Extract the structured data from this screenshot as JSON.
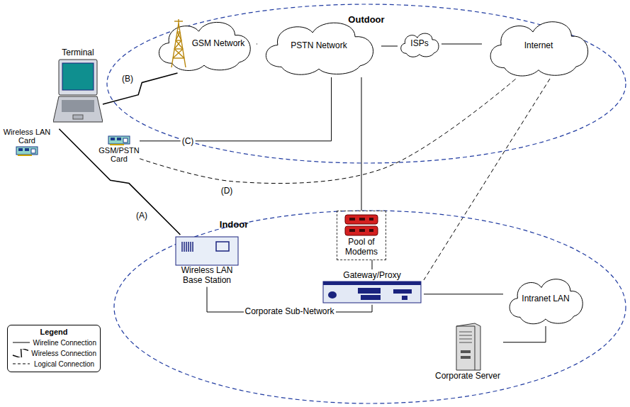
{
  "diagram": {
    "nodes": [
      {
        "text": [
          "Outdoor"
        ]
      },
      {
        "text": [
          "GSM Network"
        ],
        "in": 0
      },
      {
        "text": [
          "PSTN Network"
        ],
        "in": 0
      },
      {
        "text": [
          "ISPs"
        ],
        "in": 0
      },
      {
        "text": [
          "Internet"
        ],
        "in": 0
      },
      {
        "text": [
          "Terminal"
        ]
      },
      {
        "text": [
          "Wireless LAN Card"
        ]
      },
      {
        "text": [
          "GSM/PSTN Card"
        ]
      },
      {
        "text": [
          "Indoor"
        ]
      },
      {
        "text": [
          "Pool of Modems"
        ],
        "in": 8
      },
      {
        "text": [
          "Wireless LAN Base Station"
        ],
        "in": 8
      },
      {
        "text": [
          "Gateway/Proxy"
        ],
        "in": 8
      },
      {
        "text": [
          "Intranet LAN"
        ],
        "in": 8
      },
      {
        "text": [
          "Corporate Server"
        ],
        "in": 8
      }
    ],
    "edges": [
      {
        "from": 1,
        "to": 2,
        "arrow": "none"
      },
      {
        "from": 2,
        "to": 3,
        "arrow": "none"
      },
      {
        "from": 3,
        "to": 4,
        "arrow": "none"
      },
      {
        "from": 2,
        "to": 9,
        "arrow": "none"
      },
      {
        "from": 9,
        "to": 11,
        "arrow": "none"
      },
      {
        "from": 10,
        "to": 11,
        "label": "Corporate Sub-Network",
        "arrow": "none"
      },
      {
        "from": 11,
        "to": 12,
        "arrow": "none"
      },
      {
        "from": 12,
        "to": 13,
        "arrow": "none"
      },
      {
        "from": 4,
        "to": 11,
        "arrow": "none"
      },
      {
        "from": 5,
        "to": 10,
        "label": "(A)",
        "arrow": "none"
      },
      {
        "from": 5,
        "to": 1,
        "label": "(B)",
        "arrow": "none"
      },
      {
        "from": 7,
        "to": 2,
        "label": "(C)",
        "arrow": "none"
      },
      {
        "from": 7,
        "to": 4,
        "label": "(D)",
        "arrow": "none"
      }
    ],
    "labels": [
      "Legend"
    ],
    "legend": [
      {
        "text": "Wireline Connection"
      },
      {
        "text": "Wireless Connection"
      },
      {
        "text": "Logical Connection"
      }
    ]
  }
}
